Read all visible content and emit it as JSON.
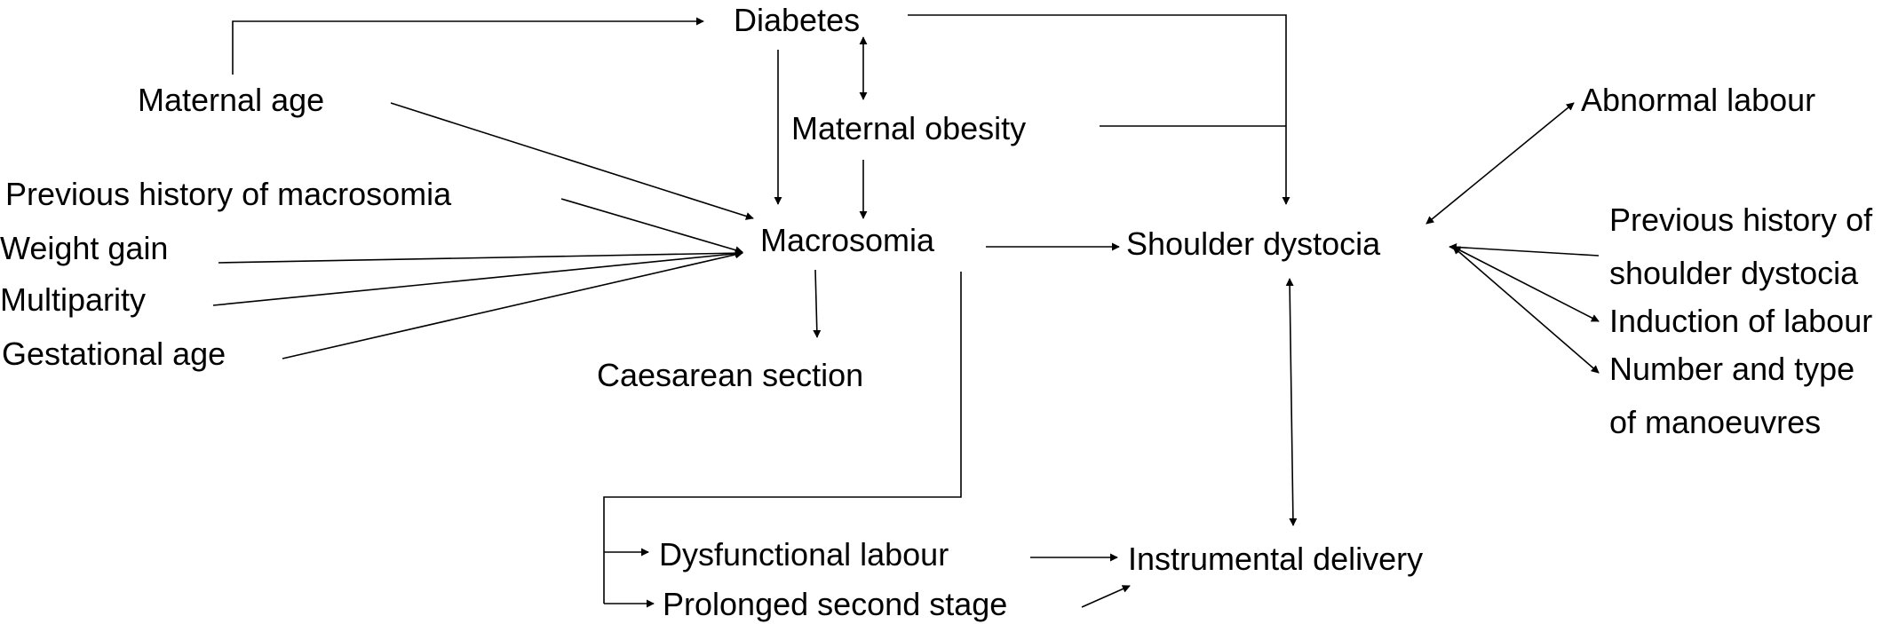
{
  "diagram": {
    "nodes": {
      "diabetes": "Diabetes",
      "maternal_age": "Maternal age",
      "maternal_obesity": "Maternal obesity",
      "previous_history_macrosomia": "Previous history of macrosomia",
      "weight_gain": "Weight gain",
      "multiparity": "Multiparity",
      "gestational_age": "Gestational age",
      "macrosomia": "Macrosomia",
      "caesarean_section": "Caesarean section",
      "shoulder_dystocia": "Shoulder dystocia",
      "abnormal_labour": "Abnormal labour",
      "previous_history_shoulder_dystocia_line1": "Previous history of",
      "previous_history_shoulder_dystocia_line2": "shoulder dystocia",
      "induction_of_labour": "Induction of labour",
      "number_type_manoeuvres_line1": "Number and type",
      "number_type_manoeuvres_line2": "of manoeuvres",
      "dysfunctional_labour": "Dysfunctional labour",
      "prolonged_second_stage": "Prolonged second stage",
      "instrumental_delivery": "Instrumental delivery"
    },
    "edge_color": "#000000",
    "text_color": "#000000"
  }
}
